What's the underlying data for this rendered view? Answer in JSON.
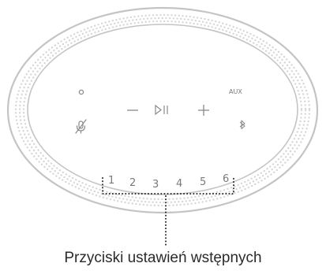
{
  "device": {
    "controls": {
      "action_button": "action-dot-icon",
      "mic_off": "mic-off-icon",
      "volume_down": "minus-icon",
      "play_pause": "play-pause-icon",
      "volume_up": "plus-icon",
      "aux_label": "AUX",
      "bluetooth": "bluetooth-icon"
    },
    "presets": [
      "1",
      "2",
      "3",
      "4",
      "5",
      "6"
    ]
  },
  "caption": "Przyciski ustawień wstępnych",
  "colors": {
    "outline": "#c4c4c4",
    "dots": "#d6d6d6",
    "controls": "#8a8a8a",
    "leader": "#2a2a2a",
    "caption_text": "#2a2a2a"
  }
}
